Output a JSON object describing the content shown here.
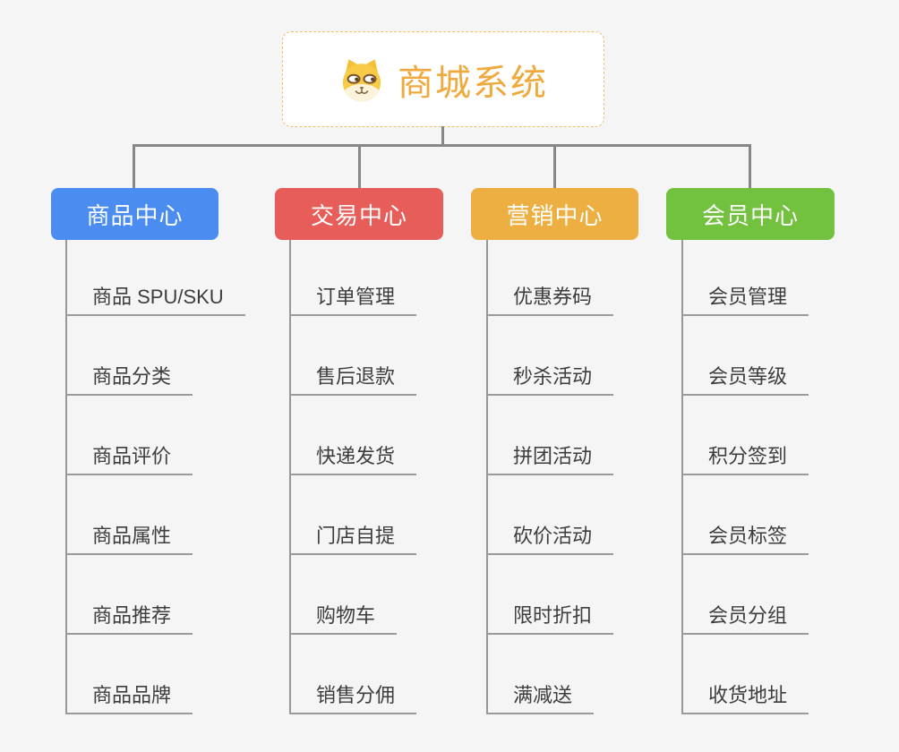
{
  "root": {
    "title": "商城系统",
    "icon": "dog-face-icon",
    "title_color": "#F0A93C",
    "border_color": "#F3BE6B",
    "fill_color": "#FFFFFF"
  },
  "colors": {
    "background": "#F5F5F5",
    "connector": "#878787",
    "leaf_line": "#9A9A9A",
    "leaf_text": "#3D3D3D"
  },
  "branches": [
    {
      "label": "商品中心",
      "color": "#4A8CF0",
      "items": [
        "商品 SPU/SKU",
        "商品分类",
        "商品评价",
        "商品属性",
        "商品推荐",
        "商品品牌"
      ]
    },
    {
      "label": "交易中心",
      "color": "#E75D59",
      "items": [
        "订单管理",
        "售后退款",
        "快递发货",
        "门店自提",
        "购物车",
        "销售分佣"
      ]
    },
    {
      "label": "营销中心",
      "color": "#EDAF41",
      "items": [
        "优惠券码",
        "秒杀活动",
        "拼团活动",
        "砍价活动",
        "限时折扣",
        "满减送"
      ]
    },
    {
      "label": "会员中心",
      "color": "#72C13F",
      "items": [
        "会员管理",
        "会员等级",
        "积分签到",
        "会员标签",
        "会员分组",
        "收货地址"
      ]
    }
  ]
}
